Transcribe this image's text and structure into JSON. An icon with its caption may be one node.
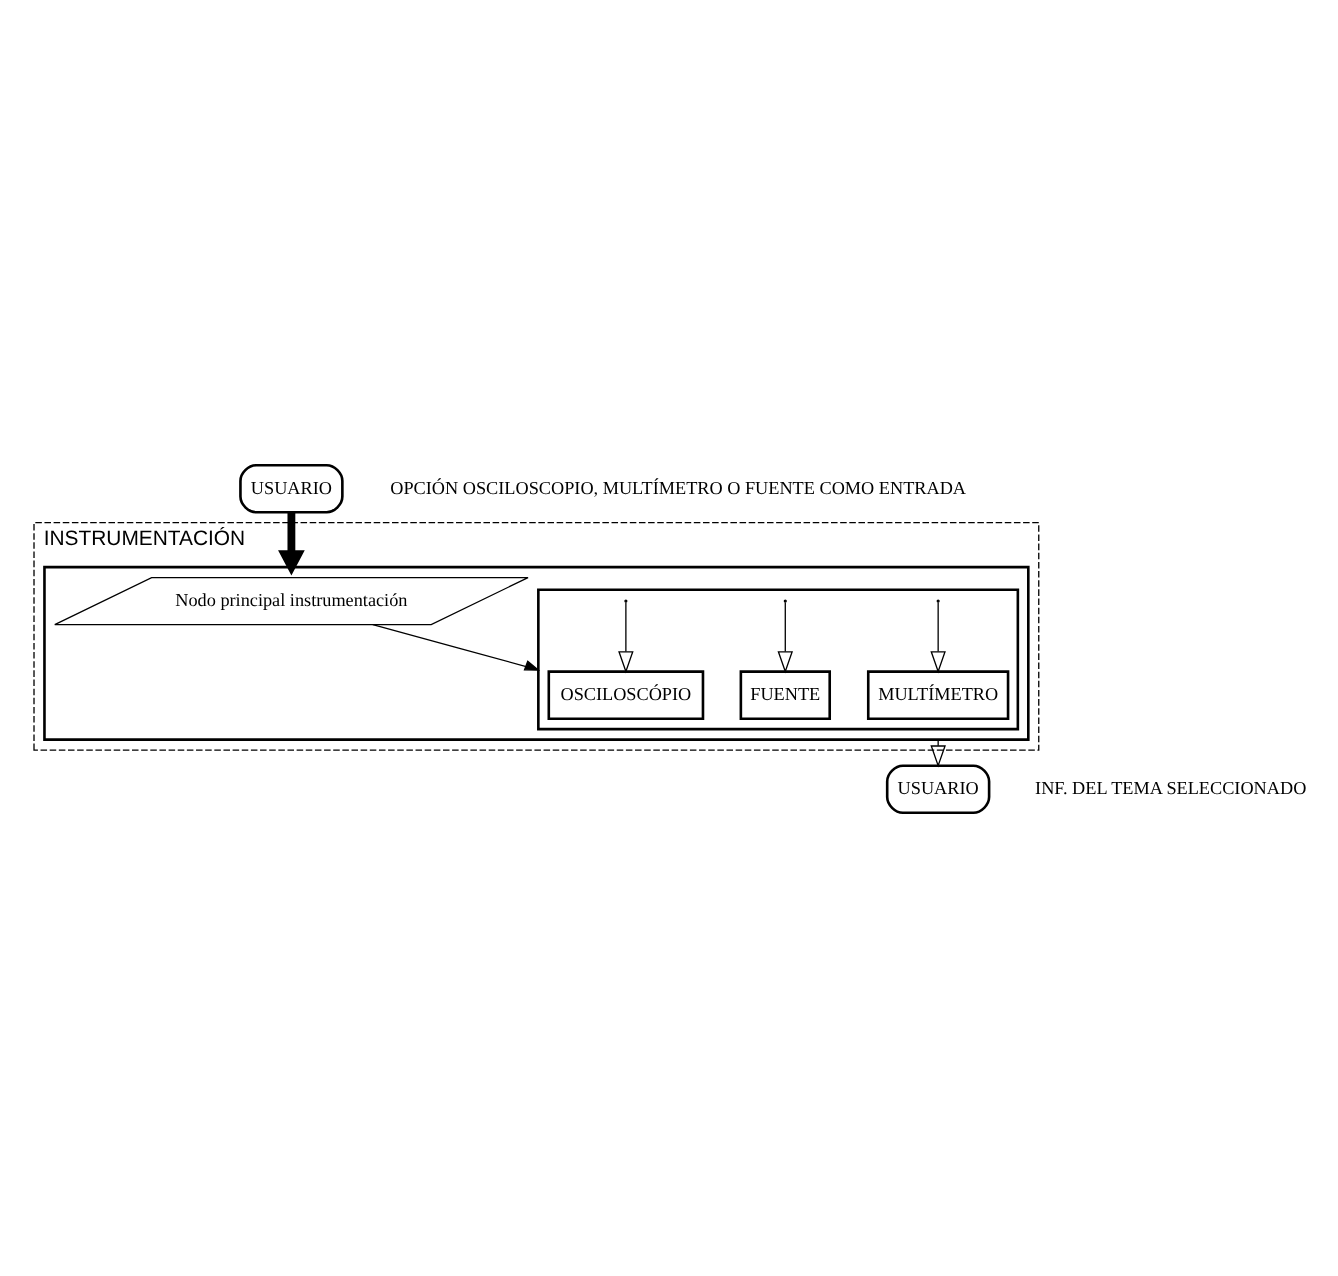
{
  "diagram": {
    "nodes": [
      {
        "text": [
          "USUARIO"
        ],
        "beside": [
          "OPCIÓN OSCILOSCOPIO, MULTÍMETRO O FUENTE COMO ENTRADA"
        ]
      },
      {
        "text": [
          "INSTRUMENTACIÓN"
        ]
      },
      {
        "text": [],
        "shape": "box",
        "in": 1
      },
      {
        "text": [
          "Nodo principal instrumentación"
        ],
        "in": 2
      },
      {
        "text": [],
        "shape": "box",
        "in": 2
      },
      {
        "text": [
          "OSCILOSCÓPIO"
        ],
        "in": 4
      },
      {
        "text": [
          "MULTÍMETRO"
        ],
        "in": 4
      },
      {
        "text": [
          "FUENTE"
        ],
        "in": 4
      },
      {
        "text": [
          "USUARIO"
        ],
        "beside": [
          "INF. DEL TEMA SELECCIONADO"
        ]
      }
    ],
    "edges": [
      {
        "from": 0,
        "to": 2,
        "arrow": "to",
        "style": "thick"
      },
      {
        "from": 3,
        "to": 4,
        "arrow": "to"
      },
      {
        "from": 4,
        "to": 5,
        "arrow": "to"
      },
      {
        "from": 4,
        "to": 6,
        "arrow": "to"
      },
      {
        "from": 4,
        "to": 7,
        "arrow": "to"
      },
      {
        "from": 2,
        "to": 8,
        "arrow": "to"
      }
    ]
  }
}
